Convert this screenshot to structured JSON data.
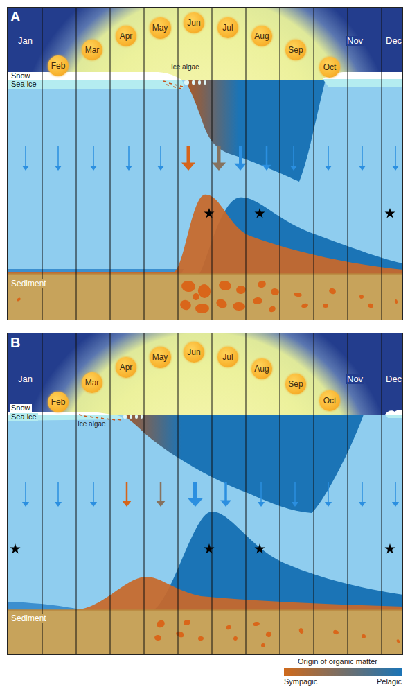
{
  "diagram": {
    "nodes": [
      {
        "text": [
          "A"
        ]
      },
      {
        "text": [
          "Feb"
        ],
        "in": 0
      },
      {
        "text": [
          "Mar"
        ],
        "in": 0
      },
      {
        "text": [
          "Apr"
        ],
        "in": 0
      },
      {
        "text": [
          "May"
        ],
        "in": 0
      },
      {
        "text": [
          "Jun"
        ],
        "in": 0
      },
      {
        "text": [
          "Jul"
        ],
        "in": 0
      },
      {
        "text": [
          "Aug"
        ],
        "in": 0
      },
      {
        "text": [
          "Sep"
        ],
        "in": 0
      },
      {
        "text": [
          "Oct"
        ],
        "in": 0
      },
      {
        "text": [
          "B"
        ]
      },
      {
        "text": [
          "Feb"
        ],
        "in": 10
      },
      {
        "text": [
          "Mar"
        ],
        "in": 10
      },
      {
        "text": [
          "Apr"
        ],
        "in": 10
      },
      {
        "text": [
          "May"
        ],
        "in": 10
      },
      {
        "text": [
          "Jun"
        ],
        "in": 10
      },
      {
        "text": [
          "Jul"
        ],
        "in": 10
      },
      {
        "text": [
          "Aug"
        ],
        "in": 10
      },
      {
        "text": [
          "Sep"
        ],
        "in": 10
      },
      {
        "text": [
          "Oct"
        ],
        "in": 10
      }
    ],
    "labels": [
      "Jan",
      "Nov",
      "Dec",
      "Snow",
      "Sea ice",
      "Ice algae",
      "Sediment",
      "Jan",
      "Nov",
      "Dec",
      "Snow",
      "Sea ice",
      "Ice algae",
      "Sediment",
      "Origin of organic matter"
    ],
    "legend": [
      {
        "text": "Sympagic",
        "color": "#cf6a1c"
      },
      {
        "text": "Pelagic",
        "color": "#1b74b6"
      }
    ]
  }
}
